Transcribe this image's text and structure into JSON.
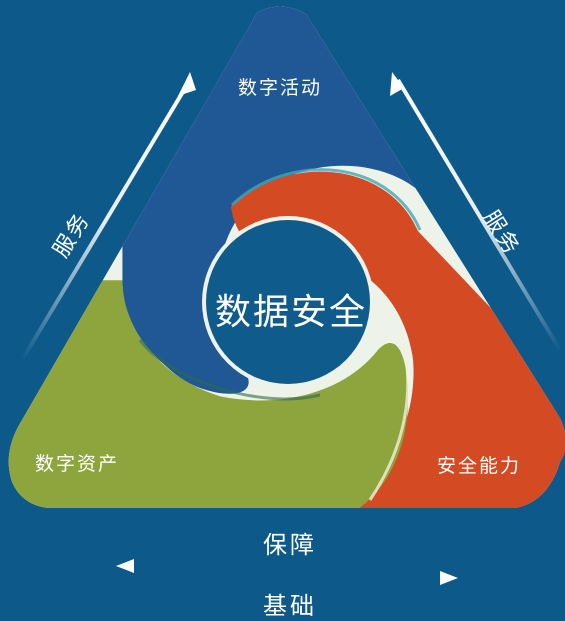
{
  "diagram": {
    "center": "数据安全",
    "segments": [
      {
        "label": "数字活动",
        "color": "#1f5894"
      },
      {
        "label": "安全能力",
        "color": "#d44a22"
      },
      {
        "label": "数字资产",
        "color": "#8ea53e"
      }
    ],
    "left_arrow": "服务",
    "right_arrow": "服务",
    "bottom_top": "保障",
    "bottom_bottom": "基础"
  },
  "colors": {
    "background": "#0d5a8a",
    "triangle_border": "#ffffff"
  }
}
